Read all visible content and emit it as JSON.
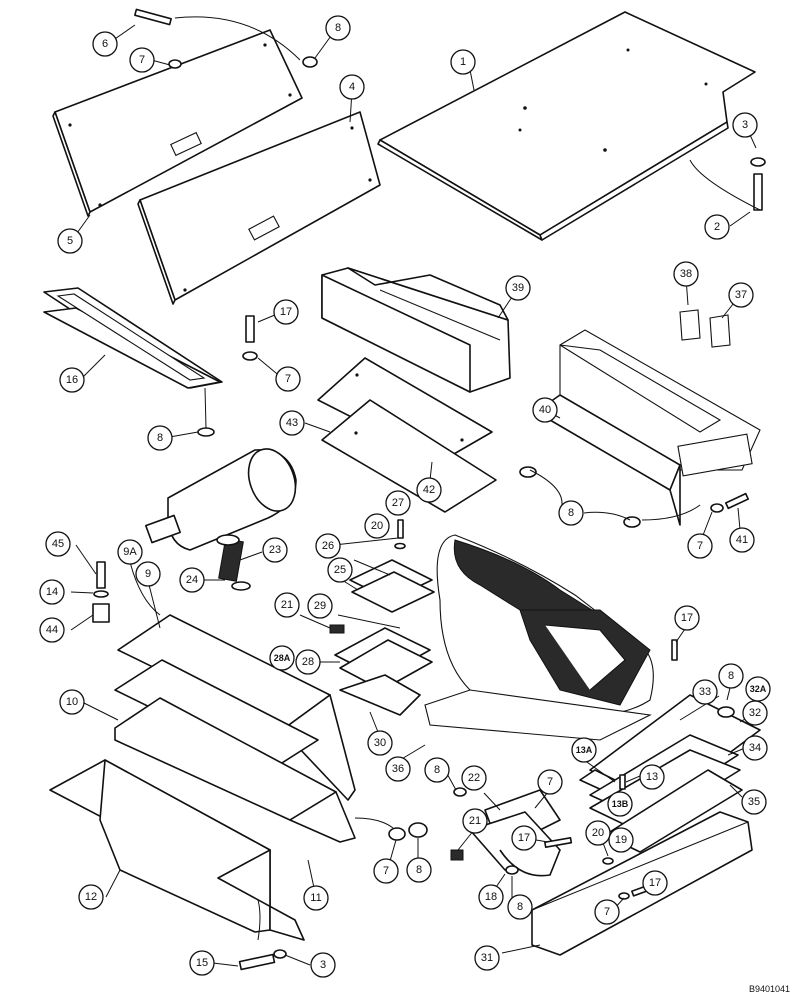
{
  "figure": {
    "code": "B9401041"
  },
  "callouts": [
    {
      "label": "1"
    },
    {
      "label": "2"
    },
    {
      "label": "3"
    },
    {
      "label": "4"
    },
    {
      "label": "5"
    },
    {
      "label": "6"
    },
    {
      "label": "7"
    },
    {
      "label": "8"
    },
    {
      "label": "38"
    },
    {
      "label": "37"
    },
    {
      "label": "39"
    },
    {
      "label": "17"
    },
    {
      "label": "7"
    },
    {
      "label": "16"
    },
    {
      "label": "8"
    },
    {
      "label": "43"
    },
    {
      "label": "42"
    },
    {
      "label": "40"
    },
    {
      "label": "8"
    },
    {
      "label": "7"
    },
    {
      "label": "41"
    },
    {
      "label": "27"
    },
    {
      "label": "20"
    },
    {
      "label": "26"
    },
    {
      "label": "25"
    },
    {
      "label": "45"
    },
    {
      "label": "9A"
    },
    {
      "label": "9"
    },
    {
      "label": "23"
    },
    {
      "label": "24"
    },
    {
      "label": "14"
    },
    {
      "label": "44"
    },
    {
      "label": "21"
    },
    {
      "label": "29"
    },
    {
      "label": "28A"
    },
    {
      "label": "28"
    },
    {
      "label": "17"
    },
    {
      "label": "8"
    },
    {
      "label": "32A"
    },
    {
      "label": "33"
    },
    {
      "label": "32"
    },
    {
      "label": "10"
    },
    {
      "label": "30"
    },
    {
      "label": "36"
    },
    {
      "label": "13A"
    },
    {
      "label": "34"
    },
    {
      "label": "8"
    },
    {
      "label": "22"
    },
    {
      "label": "7"
    },
    {
      "label": "13"
    },
    {
      "label": "35"
    },
    {
      "label": "13B"
    },
    {
      "label": "21"
    },
    {
      "label": "17"
    },
    {
      "label": "20"
    },
    {
      "label": "19"
    },
    {
      "label": "12"
    },
    {
      "label": "7"
    },
    {
      "label": "8"
    },
    {
      "label": "11"
    },
    {
      "label": "18"
    },
    {
      "label": "8"
    },
    {
      "label": "17"
    },
    {
      "label": "7"
    },
    {
      "label": "15"
    },
    {
      "label": "3"
    },
    {
      "label": "31"
    }
  ]
}
